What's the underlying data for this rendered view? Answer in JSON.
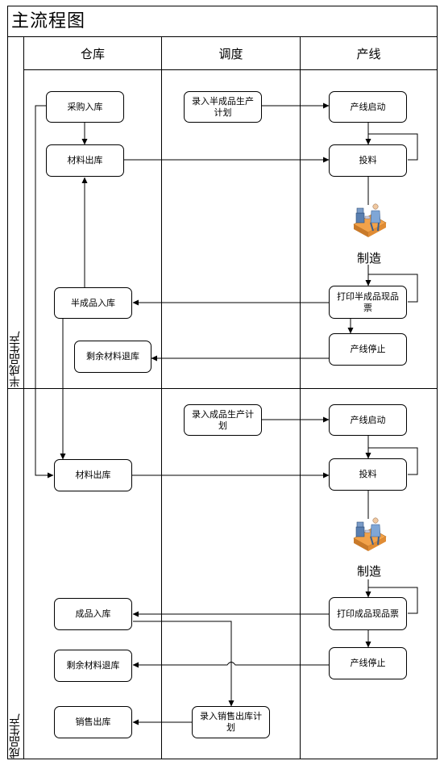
{
  "title": "主流程图",
  "lanes": [
    "仓库",
    "调度",
    "产线"
  ],
  "phases": [
    "半成品生产",
    "成品生产"
  ],
  "phase1": {
    "warehouse": {
      "purchase_in": "采购入库",
      "material_out": "材料出库",
      "semi_in": "半成品入库",
      "material_return": "剩余材料退库"
    },
    "dispatch": {
      "semi_plan": "录入半成品生产计划"
    },
    "line": {
      "start": "产线启动",
      "feed": "投料",
      "make": "制造",
      "print_ticket": "打印半成品现品票",
      "stop": "产线停止"
    }
  },
  "phase2": {
    "warehouse": {
      "material_out": "材料出库",
      "product_in": "成品入库",
      "material_return": "剩余材料退库",
      "sales_out": "销售出库"
    },
    "dispatch": {
      "product_plan": "录入成品生产计划",
      "sales_plan": "录入销售出库计划"
    },
    "line": {
      "start": "产线启动",
      "feed": "投料",
      "make": "制造",
      "print_ticket": "打印成品现品票",
      "stop": "产线停止"
    }
  }
}
